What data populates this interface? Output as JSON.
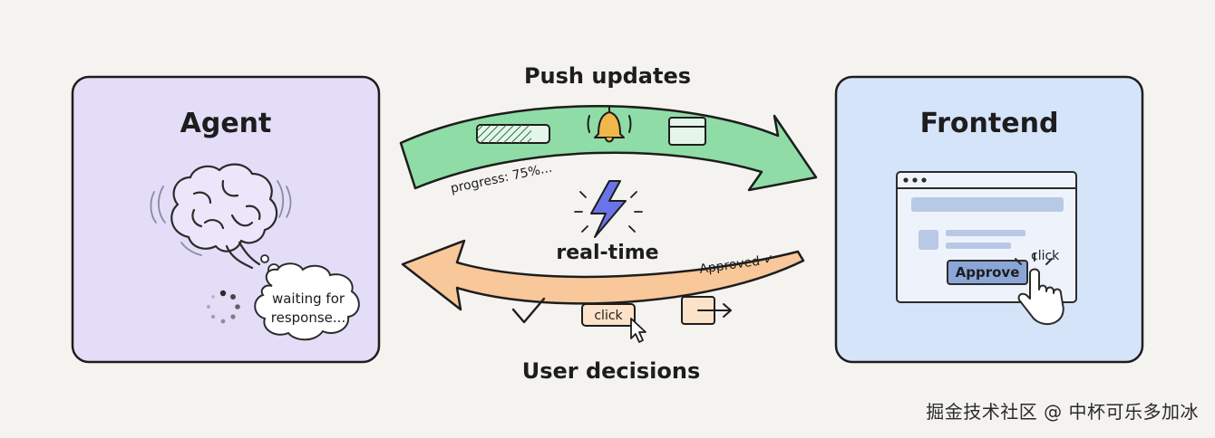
{
  "agent": {
    "title": "Agent",
    "thought": [
      "waiting for",
      "response..."
    ]
  },
  "frontend": {
    "title": "Frontend",
    "approve_button": "Approve",
    "click_note": "click"
  },
  "push_arrow": {
    "label": "Push updates",
    "progress_text": "progress: 75%...",
    "progress_value": 0.75
  },
  "center": {
    "label": "real-time"
  },
  "decision_arrow": {
    "label": "User decisions",
    "approved_text": "Approved ✓",
    "click_chip": "click"
  },
  "watermark": "掘金技术社区 @ 中杯可乐多加冰",
  "colors": {
    "agent_panel": "#e4ddf8",
    "frontend_panel": "#d5e4f8",
    "push_arrow": "#8fdca6",
    "decision_arrow": "#f8c79a",
    "lightning": "#6a74e8",
    "bell": "#f0b84a",
    "outline": "#1d1d1d"
  },
  "icons": [
    "brain-icon",
    "loading-spinner-icon",
    "bell-icon",
    "window-icon",
    "lightning-icon",
    "check-icon",
    "cursor-icon",
    "export-arrow-icon",
    "hand-pointer-icon"
  ]
}
